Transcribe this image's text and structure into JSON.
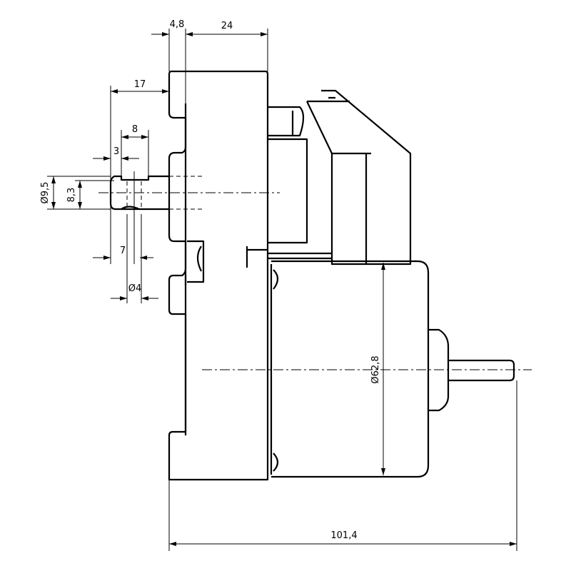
{
  "drawing": {
    "dimensions": {
      "flange_thickness": "4,8",
      "housing_depth": "24",
      "shaft_length": "17",
      "groove_length": "8",
      "tip_length": "3",
      "shaft_diameter": "Ø9,5",
      "flat_width": "8,3",
      "hole_position": "7",
      "hole_diameter": "Ø4",
      "motor_diameter": "Ø62,8",
      "overall_length": "101,4"
    },
    "colors": {
      "line": "#000000",
      "background": "#ffffff"
    }
  }
}
